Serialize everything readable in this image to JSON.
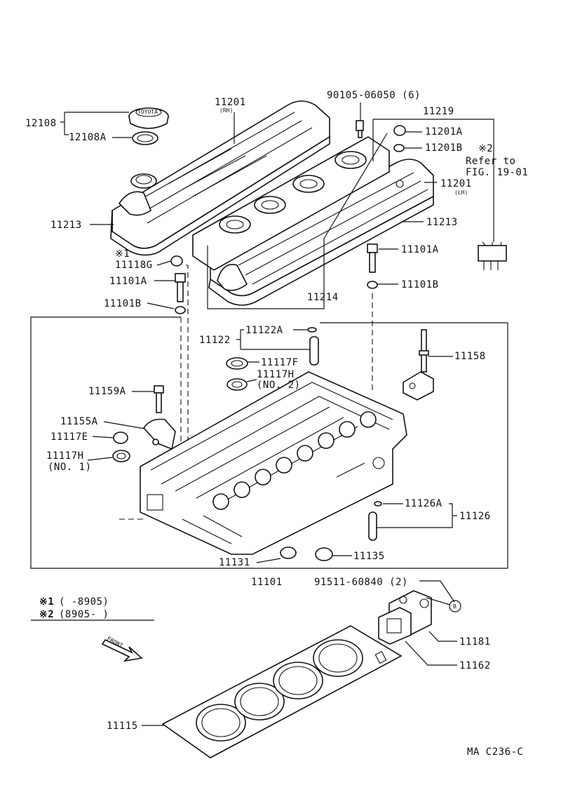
{
  "labels": {
    "p12108": "12108",
    "p12108a": "12108A",
    "p11201_rh": "11201",
    "rh": "(RH)",
    "p90105": "90105-06050 (6)",
    "p11219": "11219",
    "p11201a": "11201A",
    "p11201b": "11201B",
    "mark2": "※2",
    "refer_to": "Refer to",
    "fig": "FIG. 19-01",
    "p11201_lh": "11201",
    "lh": "(LH)",
    "p11213_left": "11213",
    "p11213_right": "11213",
    "mark1": "※1",
    "p11118g": "11118G",
    "p11101a_left": "11101A",
    "p11101b_left": "11101B",
    "p11101a_right": "11101A",
    "p11101b_right": "11101B",
    "p11214": "11214",
    "p11122": "11122",
    "p11122a": "11122A",
    "p11117f": "11117F",
    "p11117h_top": "11117H",
    "no2": "(NO. 2)",
    "p11158": "11158",
    "p11159a": "11159A",
    "p11155a": "11155A",
    "p11117e": "11117E",
    "p11117h_left": "11117H",
    "no1": "(NO. 1)",
    "p11126a": "11126A",
    "p11126": "11126",
    "p11131": "11131",
    "p11135": "11135",
    "p11101": "11101",
    "p91511": "91511-60840 (2)",
    "circle_b": "B",
    "p11181": "11181",
    "p11162": "11162",
    "p11115": "11115",
    "note1_mark": "※1",
    "note1_range": "(       -8905)",
    "note2_mark": "※2",
    "note2_range": "(8905-          )",
    "front": "FRONT",
    "figure_code": "MA C236-C"
  }
}
